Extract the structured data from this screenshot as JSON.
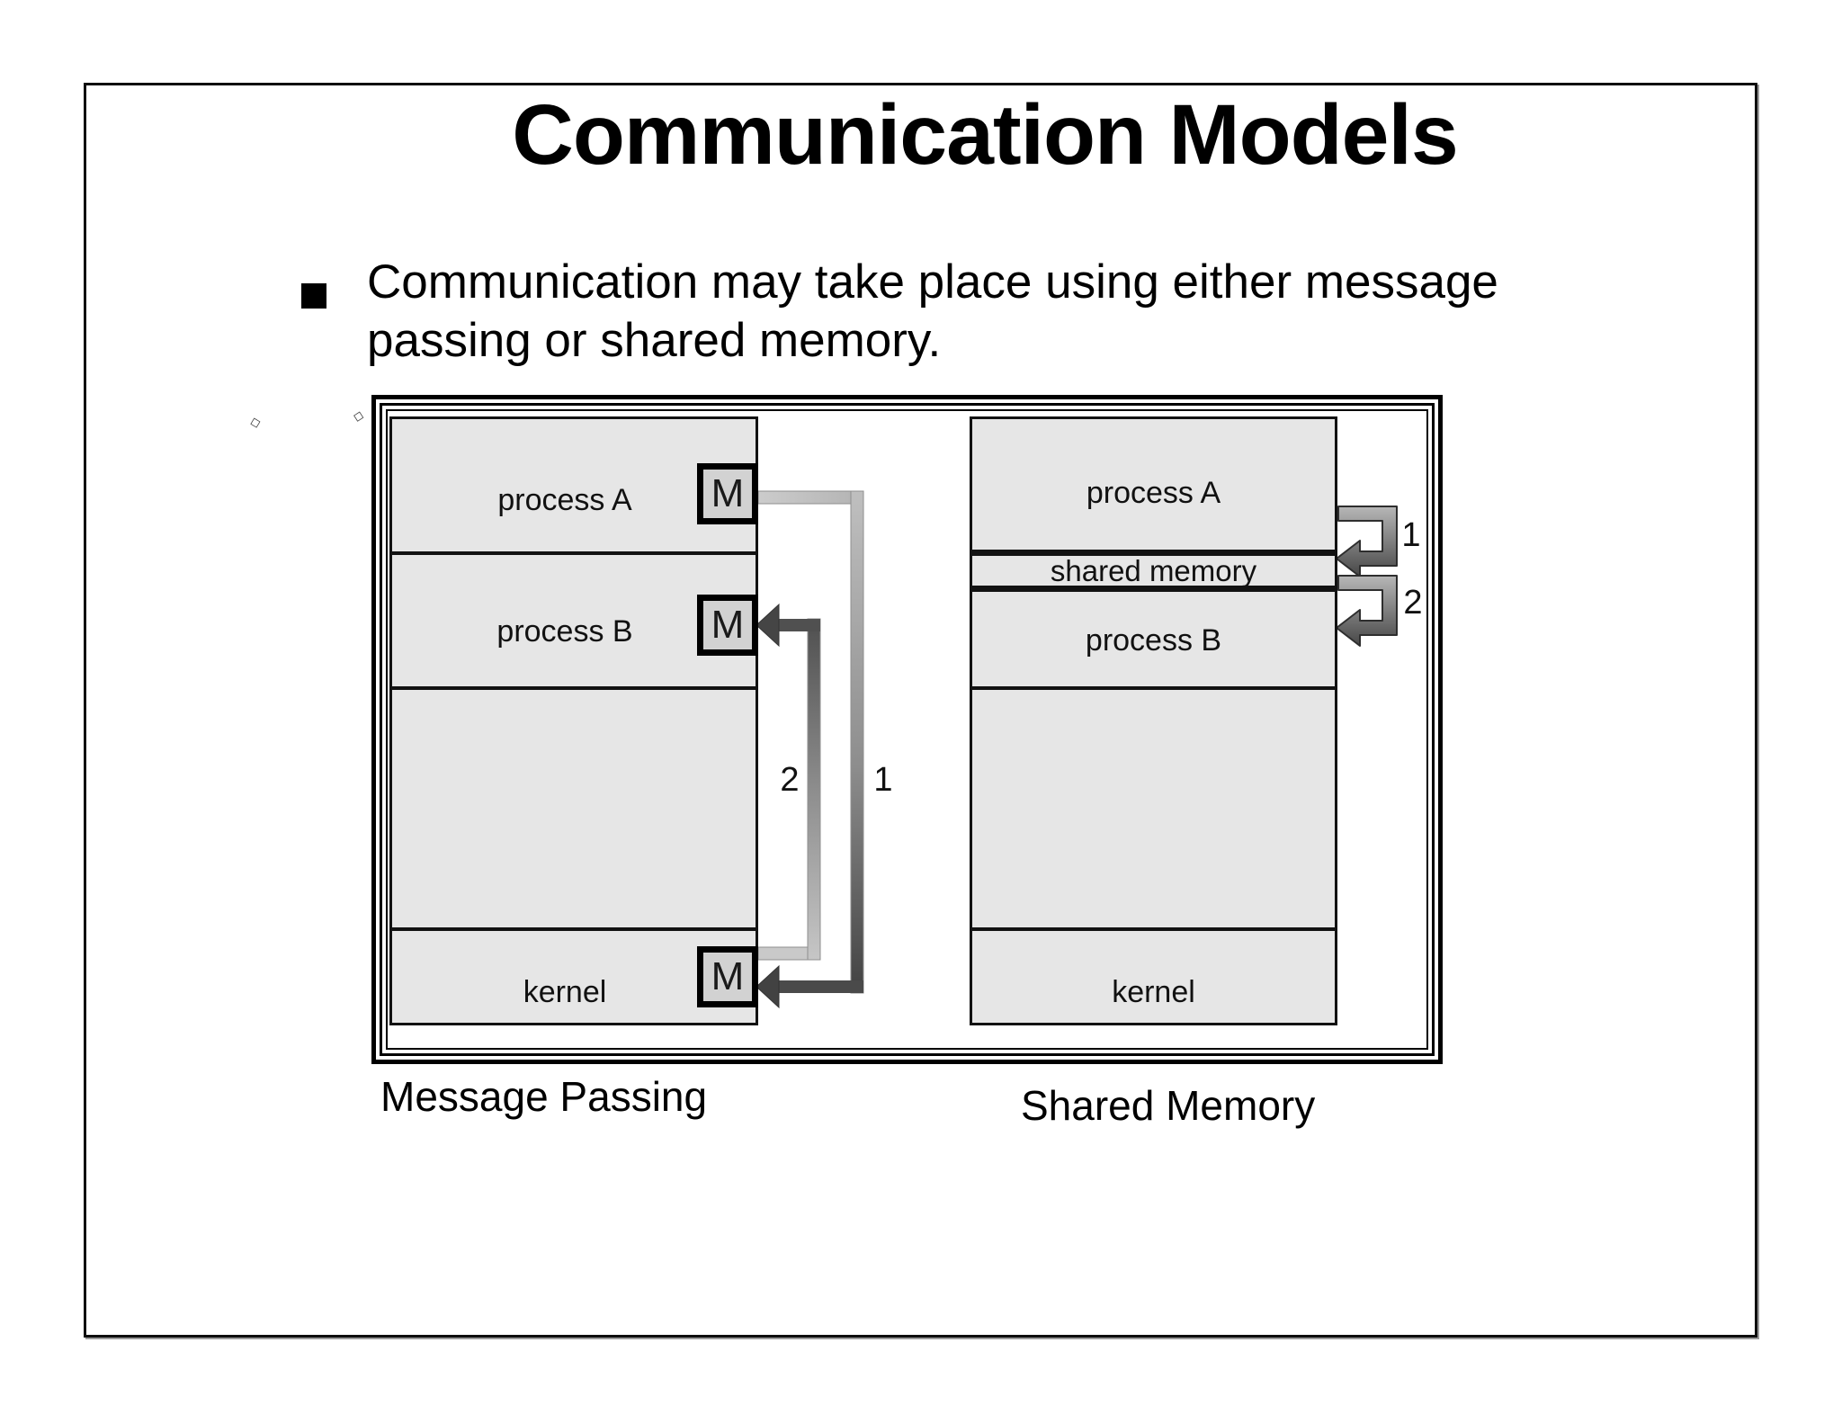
{
  "slide": {
    "title": "Communication Models",
    "bullet": {
      "text": "Communication may take place using either message passing or shared memory."
    }
  },
  "figure": {
    "message_passing": {
      "caption": "Message Passing",
      "process_a": "process A",
      "process_b": "process B",
      "kernel": "kernel",
      "message": "M",
      "step1": "1",
      "step2": "2"
    },
    "shared_memory": {
      "caption": "Shared Memory",
      "process_a": "process A",
      "band": "shared memory",
      "process_b": "process B",
      "kernel": "kernel",
      "step1": "1",
      "step2": "2"
    }
  },
  "decor": {
    "diamond": "◇"
  },
  "colors": {
    "box_fill": "#e6e6e6",
    "m_box_fill": "#d2d2d2",
    "arrow_light": "#c4c4c4",
    "arrow_dark": "#454545",
    "line": "#121212"
  }
}
